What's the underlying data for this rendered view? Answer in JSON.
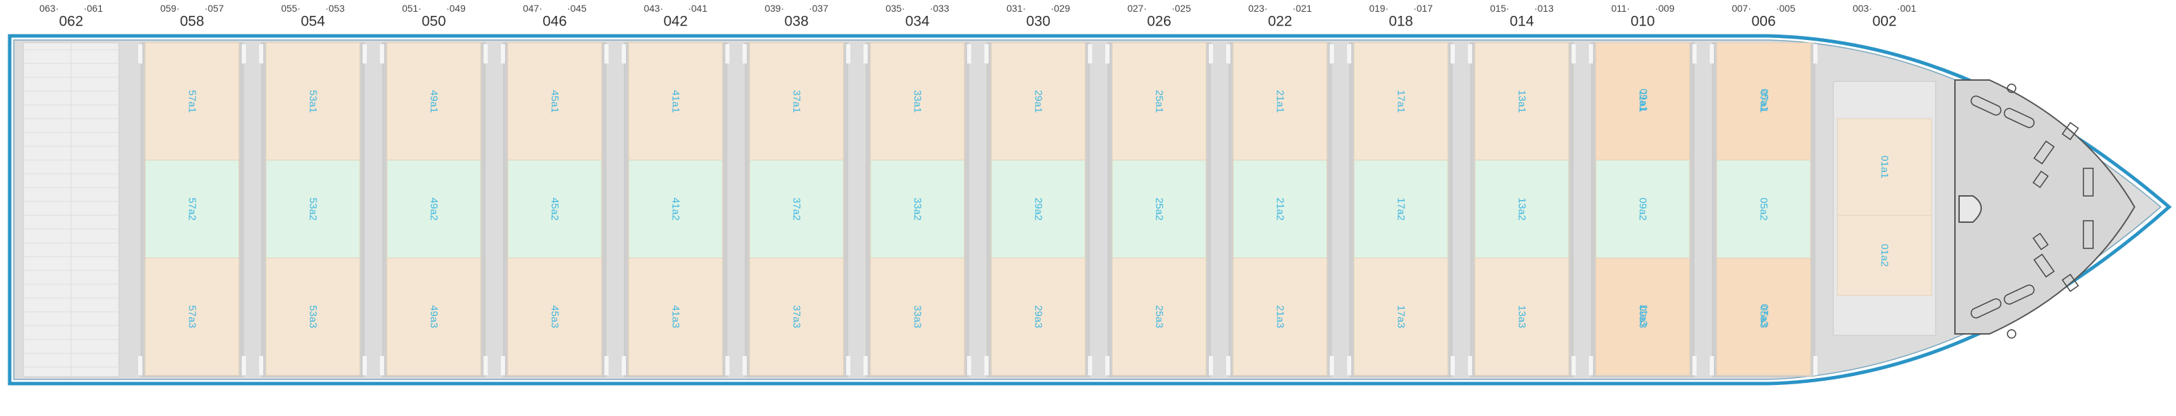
{
  "bays": [
    {
      "main": "062",
      "sub_left": "063",
      "sub_right": "061"
    },
    {
      "main": "058",
      "sub_left": "059",
      "sub_right": "057",
      "cells": [
        "57a1",
        "57a2",
        "57a3"
      ]
    },
    {
      "main": "054",
      "sub_left": "055",
      "sub_right": "053",
      "cells": [
        "53a1",
        "53a2",
        "53a3"
      ]
    },
    {
      "main": "050",
      "sub_left": "051",
      "sub_right": "049",
      "cells": [
        "49a1",
        "49a2",
        "49a3"
      ]
    },
    {
      "main": "046",
      "sub_left": "047",
      "sub_right": "045",
      "cells": [
        "45a1",
        "45a2",
        "45a3"
      ]
    },
    {
      "main": "042",
      "sub_left": "043",
      "sub_right": "041",
      "cells": [
        "41a1",
        "41a2",
        "41a3"
      ]
    },
    {
      "main": "038",
      "sub_left": "039",
      "sub_right": "037",
      "cells": [
        "37a1",
        "37a2",
        "37a3"
      ]
    },
    {
      "main": "034",
      "sub_left": "035",
      "sub_right": "033",
      "cells": [
        "33a1",
        "33a2",
        "33a3"
      ]
    },
    {
      "main": "030",
      "sub_left": "031",
      "sub_right": "029",
      "cells": [
        "29a1",
        "29a2",
        "29a3"
      ]
    },
    {
      "main": "026",
      "sub_left": "027",
      "sub_right": "025",
      "cells": [
        "25a1",
        "25a2",
        "25a3"
      ]
    },
    {
      "main": "022",
      "sub_left": "023",
      "sub_right": "021",
      "cells": [
        "21a1",
        "21a2",
        "21a3"
      ]
    },
    {
      "main": "018",
      "sub_left": "019",
      "sub_right": "017",
      "cells": [
        "17a1",
        "17a2",
        "17a3"
      ]
    },
    {
      "main": "014",
      "sub_left": "015",
      "sub_right": "013",
      "cells": [
        "13a1",
        "13a2",
        "13a3"
      ]
    },
    {
      "main": "010",
      "sub_left": "011",
      "sub_right": "009",
      "cells": [
        "11a1",
        "09a2",
        "09a3"
      ],
      "overlay": [
        "09a1",
        "",
        "11a3"
      ]
    },
    {
      "main": "006",
      "sub_left": "007",
      "sub_right": "005",
      "cells": [
        "07a1",
        "05a2",
        "05a3"
      ],
      "overlay": [
        "05a1",
        "",
        "07a3"
      ]
    },
    {
      "main": "002",
      "sub_left": "003",
      "sub_right": "001",
      "cells": [
        "01a1",
        "01a2"
      ]
    }
  ],
  "colors": {
    "hull_fill": "#dcdcdc",
    "hull_outline": "#1e88b8",
    "aft_deck": "#efefef",
    "tier_top": "#f5e6d3",
    "tier_mid": "#dff3e6",
    "tier_bottom": "#f5e6d3",
    "tier_highlight": "#f7dcc0",
    "label": "#3fb6e0"
  }
}
